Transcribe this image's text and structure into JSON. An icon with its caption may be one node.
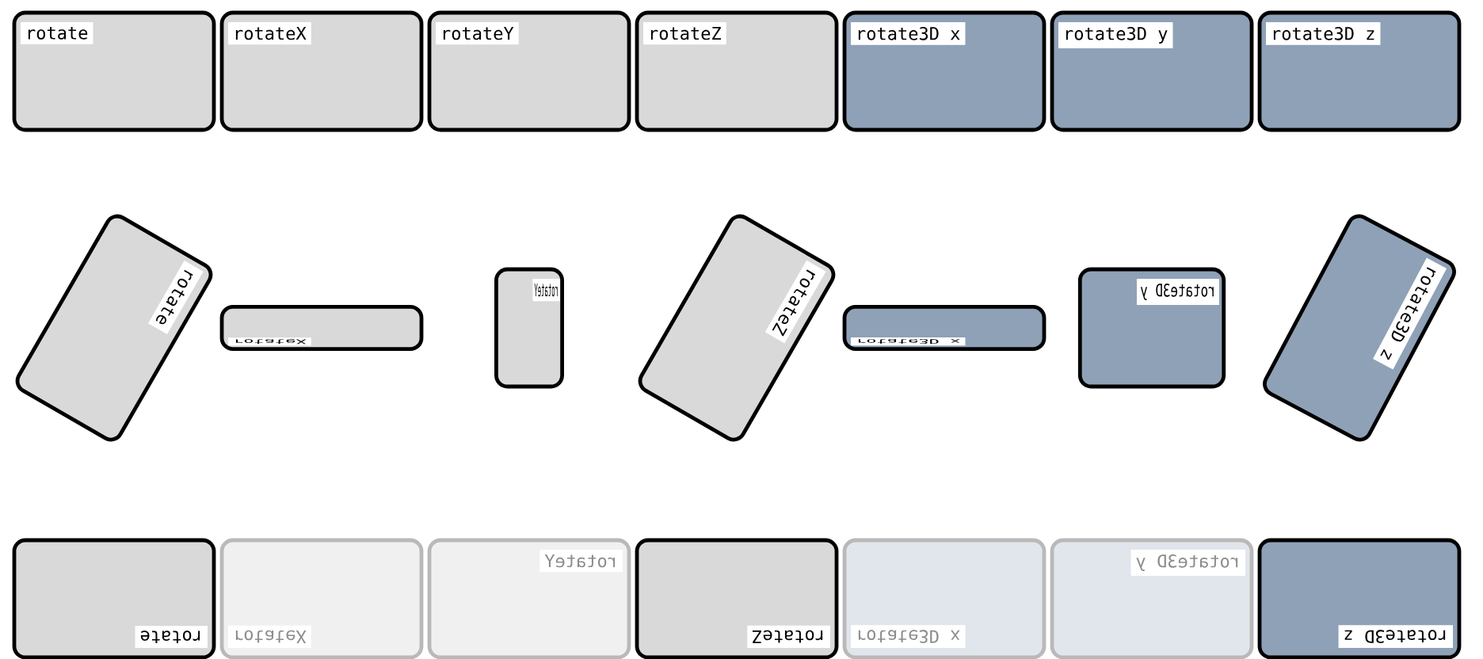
{
  "diagram": {
    "nodes": [
      {
        "text": [
          "rotate"
        ]
      },
      {
        "text": [
          "rotateX"
        ]
      },
      {
        "text": [
          "rotateY"
        ]
      },
      {
        "text": [
          "rotateZ"
        ]
      },
      {
        "text": [
          "rotate3D x"
        ]
      },
      {
        "text": [
          "rotate3D y"
        ]
      },
      {
        "text": [
          "rotate3D z"
        ]
      },
      {
        "text": [
          "rotate"
        ]
      },
      {
        "text": [
          "rotateX"
        ]
      },
      {
        "text": [
          "rotateY"
        ]
      },
      {
        "text": [
          "rotateZ"
        ]
      },
      {
        "text": [
          "rotate3D x"
        ]
      },
      {
        "text": [
          "rotate3D y"
        ]
      },
      {
        "text": [
          "rotate3D z"
        ]
      },
      {
        "text": [
          "rotate"
        ]
      },
      {
        "text": [
          "rotateX"
        ]
      },
      {
        "text": [
          "rotateY"
        ]
      },
      {
        "text": [
          "rotateZ"
        ]
      },
      {
        "text": [
          "rotate3D x"
        ]
      },
      {
        "text": [
          "rotate3D y"
        ]
      },
      {
        "text": [
          "rotate3D z"
        ]
      }
    ]
  }
}
